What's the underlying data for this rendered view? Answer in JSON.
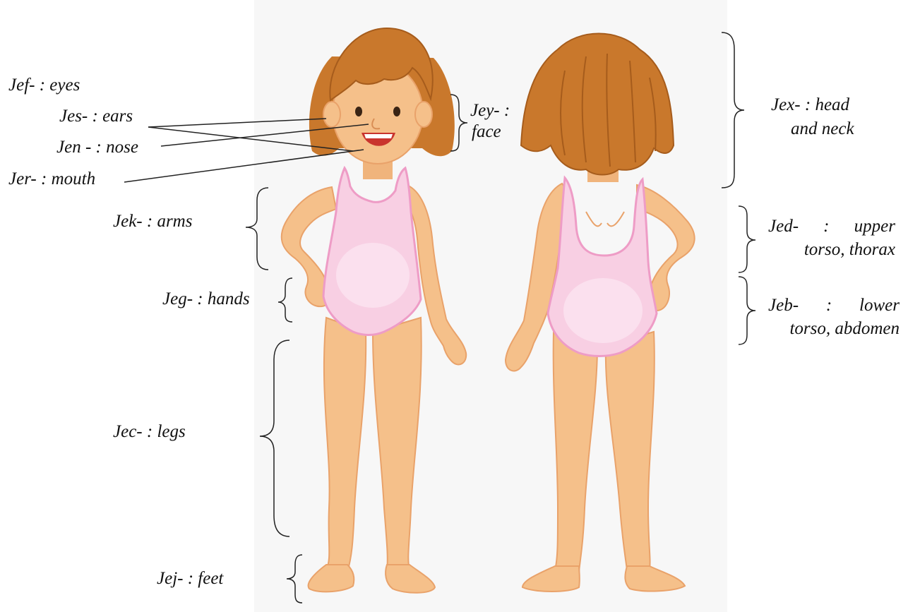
{
  "labels": {
    "eyes": "Jef- : eyes",
    "ears": "Jes- : ears",
    "nose": "Jen - : nose",
    "mouth": "Jer- : mouth",
    "face_1": "Jey- :",
    "face_2": "face",
    "head_1": "Jex- : head",
    "head_2": "and neck",
    "arms": "Jek- : arms",
    "hands": "Jeg- : hands",
    "upper_1": "Jed- : upper",
    "upper_2": "torso, thorax",
    "lower_1": "Jeb- : lower",
    "lower_2": "torso, abdomen",
    "legs": "Jec- : legs",
    "feet": "Jej- : feet"
  },
  "colors": {
    "skin": "#f5c08a",
    "skin_shadow": "#e9a26a",
    "hair": "#c9782c",
    "hair_dark": "#a65c1c",
    "swimsuit": "#f8cfe3",
    "swimsuit_edge": "#ee9cc6",
    "line": "#222222"
  }
}
